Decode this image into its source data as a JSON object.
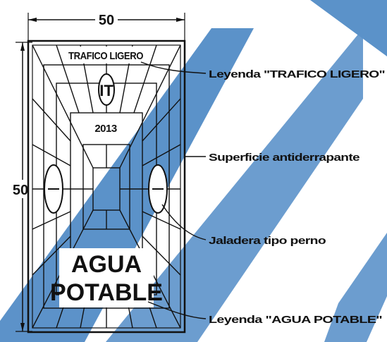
{
  "dimensions": {
    "width_label": "50",
    "height_label": "50"
  },
  "cover": {
    "top_legend": "TRAFICO LIGERO",
    "logo_letters": "IT",
    "year": "2013",
    "bottom_legend_line1": "AGUA",
    "bottom_legend_line2": "POTABLE"
  },
  "callouts": [
    {
      "label": "Leyenda \"TRAFICO LIGERO\""
    },
    {
      "label": "Superficie antiderrapante"
    },
    {
      "label": "Jaladera tipo perno"
    },
    {
      "label": "Leyenda \"AGUA POTABLE\""
    }
  ],
  "colors": {
    "ink": "#111111",
    "watermark": "#3f7fc0"
  }
}
